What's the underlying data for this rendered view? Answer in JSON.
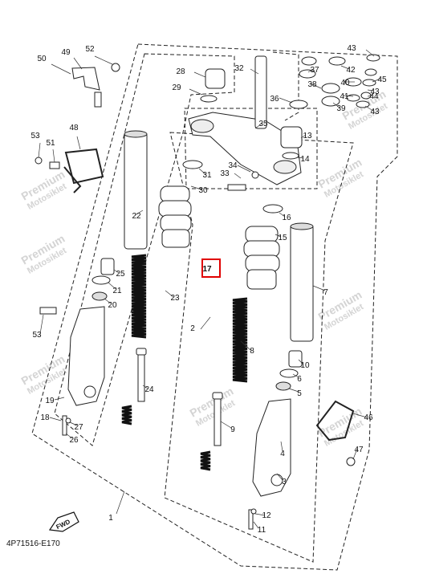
{
  "diagram": {
    "code": "4P71516-E170",
    "fwd_label": "FWD",
    "watermark_line1": "Premium",
    "watermark_line2": "Motosiklet",
    "highlight_color": "#e00000",
    "highlighted_part": "17",
    "part_labels": [
      "1",
      "2",
      "3",
      "4",
      "5",
      "6",
      "7",
      "8",
      "9",
      "10",
      "11",
      "12",
      "13",
      "14",
      "15",
      "16",
      "17",
      "18",
      "19",
      "20",
      "21",
      "22",
      "23",
      "24",
      "25",
      "26",
      "27",
      "28",
      "29",
      "30",
      "31",
      "32",
      "33",
      "34",
      "35",
      "36",
      "37",
      "38",
      "39",
      "40",
      "41",
      "42",
      "43",
      "43",
      "43",
      "44",
      "45",
      "46",
      "47",
      "48",
      "49",
      "50",
      "51",
      "52",
      "53",
      "53"
    ]
  }
}
